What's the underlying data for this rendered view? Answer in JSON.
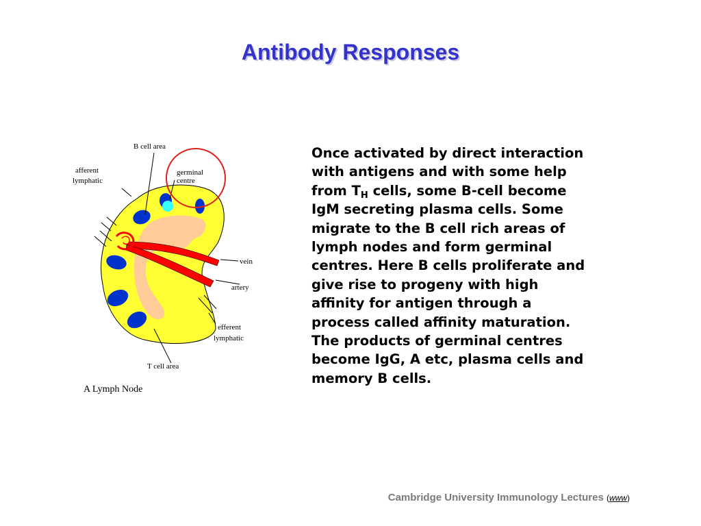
{
  "slide": {
    "title": "Antibody Responses",
    "body_lines": [
      "Once activated by direct interaction",
      "with antigens and with some help",
      [
        "from T",
        "H",
        " cells, some B-cell become"
      ],
      "IgM secreting plasma cells. Some",
      "migrate to the B cell rich areas of",
      "lymph nodes and form germinal",
      "centres. Here B cells proliferate and",
      "give rise to progeny with high",
      "affinity for antigen through a",
      "process called affinity maturation.",
      "The products of germinal centres",
      "become IgG, A etc, plasma cells and",
      "memory B cells."
    ]
  },
  "diagram": {
    "labels": {
      "b_cell_area": "B cell area",
      "afferent": "afferent",
      "lymphatic_afferent": "lymphatic",
      "germinal": "germinal",
      "centre": "centre",
      "vein": "vein",
      "artery": "artery",
      "efferent": "efferent",
      "lymphatic_efferent": "lymphatic",
      "t_cell_area": "T cell area"
    },
    "caption": "A Lymph Node",
    "colors": {
      "paracortex": "#ffff33",
      "medulla": "#ffcc99",
      "follicle": "#0033cc",
      "germinal_centre": "#33ffff",
      "vessels": "#ff0000",
      "highlight_circle": "#e0201a"
    }
  },
  "footer": {
    "text": "Cambridge University Immunology Lectures",
    "paren_open": "(",
    "link": "www",
    "paren_close": ")"
  }
}
